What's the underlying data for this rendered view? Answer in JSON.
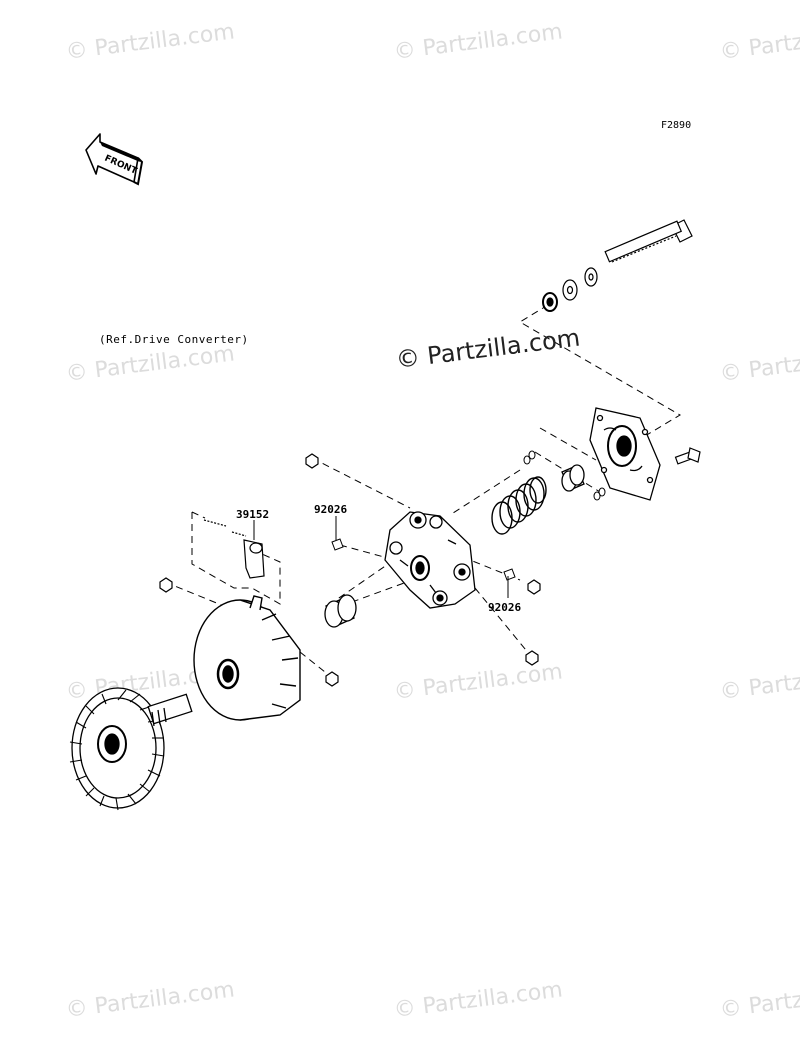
{
  "figure_code": "F2890",
  "reference_note": "(Ref.Drive Converter)",
  "front_marker": "FRONT",
  "center_watermark": "© Partzilla.com",
  "watermarks": [
    "© Partzilla.com",
    "© Partzilla.com",
    "© Partzilla.com",
    "© Partzilla.com",
    "© Partzilla.com",
    "© Partzilla.com",
    "© Partzilla.com",
    "© Partzilla.com",
    "© Partzilla.com",
    "© Partzilla.com",
    "© Partzilla.com"
  ],
  "part_labels": {
    "upper_left": "39152",
    "upper_middle": "92026",
    "lower_right": "92026"
  }
}
